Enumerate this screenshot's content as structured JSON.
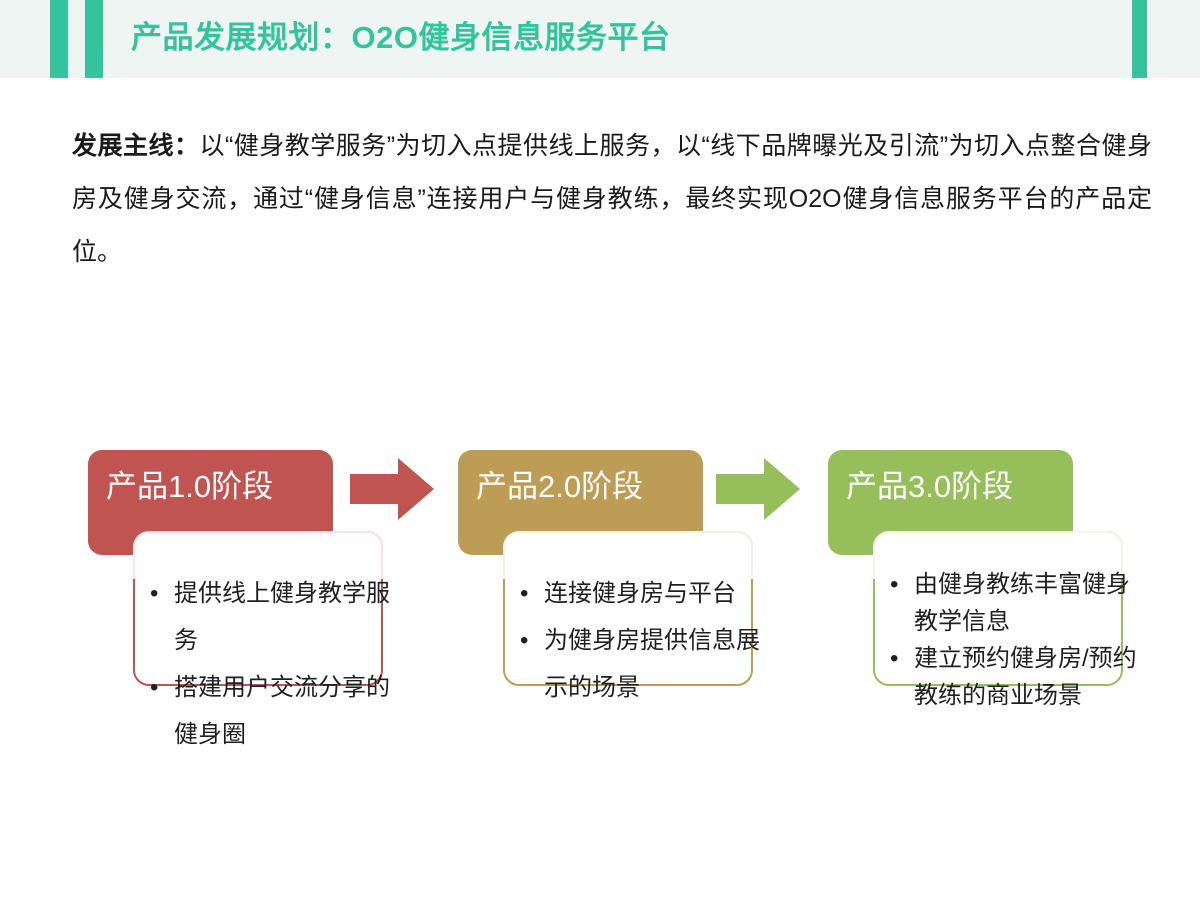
{
  "header": {
    "title": "产品发展规划：O2O健身信息服务平台",
    "accent_color": "#33c49b",
    "band_color": "#eff5f3"
  },
  "intro": {
    "lead": "发展主线：",
    "body": "以“健身教学服务”为切入点提供线上服务，以“线下品牌曝光及引流”为切入点整合健身房及健身交流，通过“健身信息”连接用户与健身教练，最终实现O2O健身信息服务平台的产品定位。"
  },
  "flow": {
    "stages": [
      {
        "label": "产品1.0阶段",
        "color": "#c05450",
        "bullets": [
          "提供线上健身教学服务",
          "搭建用户交流分享的健身圈"
        ]
      },
      {
        "label": "产品2.0阶段",
        "color": "#bd9d55",
        "bullets": [
          "连接健身房与平台",
          "为健身房提供信息展示的场景"
        ]
      },
      {
        "label": "产品3.0阶段",
        "color": "#96bf5b",
        "bullets": [
          "由健身教练丰富健身教学信息",
          "建立预约健身房/预约教练的商业场景"
        ]
      }
    ],
    "arrows": [
      {
        "name": "arrow-stage1-to-stage2",
        "color": "#c05450"
      },
      {
        "name": "arrow-stage2-to-stage3",
        "color": "#96bf5b"
      }
    ]
  }
}
